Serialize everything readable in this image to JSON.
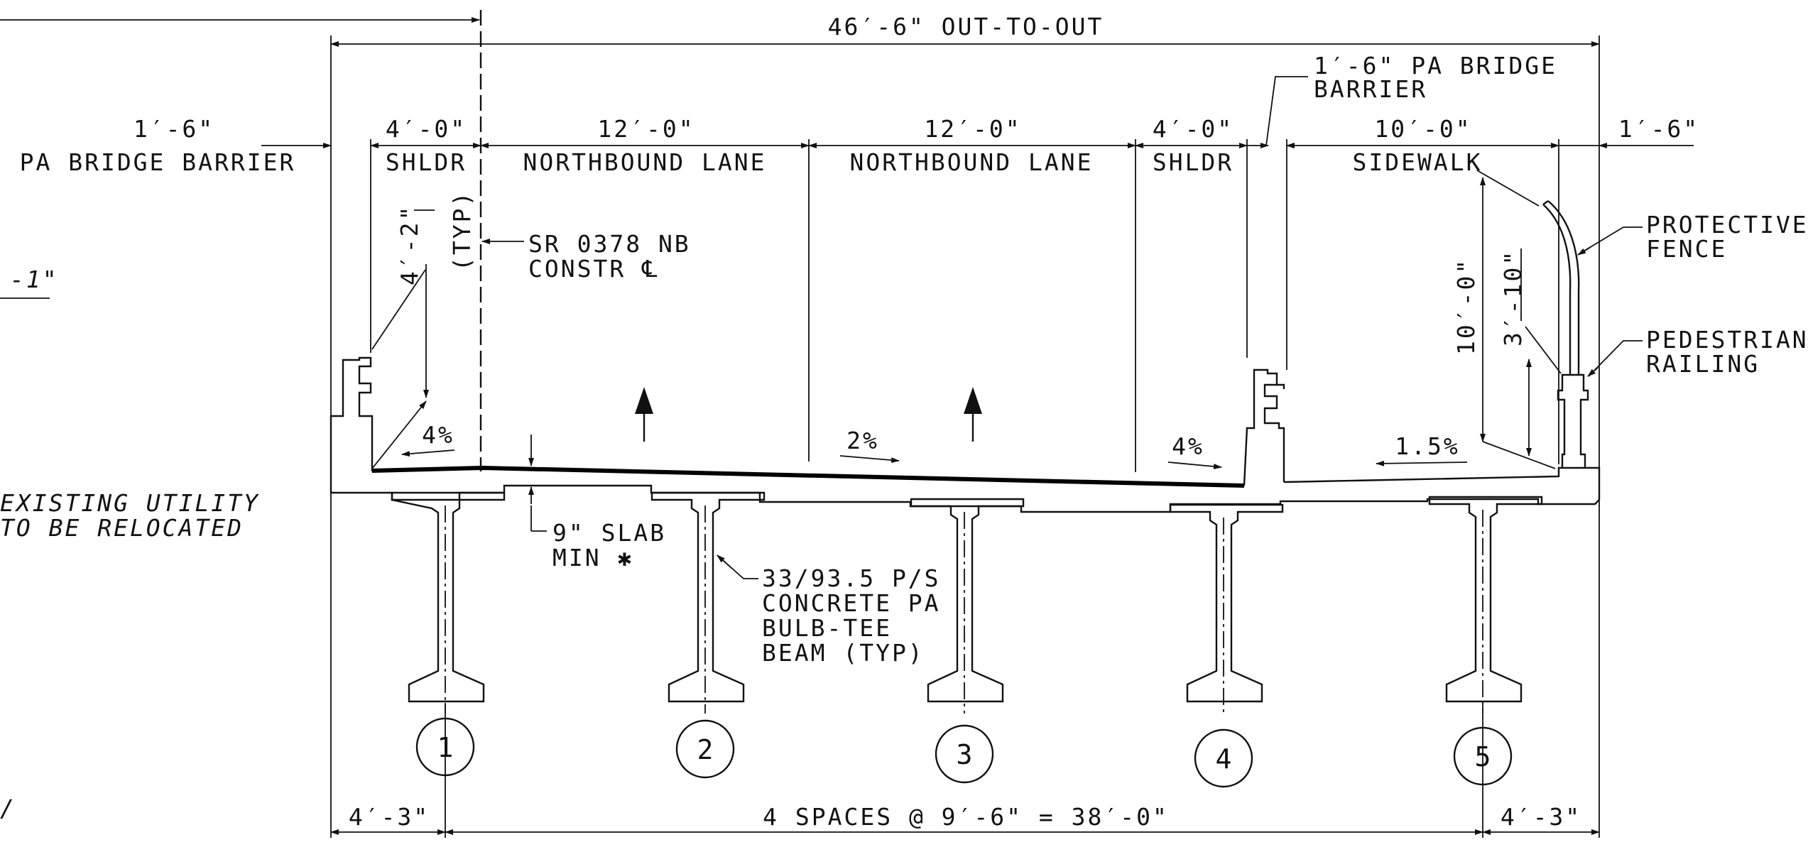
{
  "dimensions": {
    "out_to_out": "46′-6\" OUT-TO-OUT",
    "left_barrier_width": "1′-6\"",
    "left_barrier_name": "PA BRIDGE BARRIER",
    "left_shoulder_width": "4′-0\"",
    "left_shoulder_name": "SHLDR",
    "lane1_width": "12′-0\"",
    "lane1_name": "NORTHBOUND LANE",
    "lane2_width": "12′-0\"",
    "lane2_name": "NORTHBOUND LANE",
    "right_shoulder_width": "4′-0\"",
    "right_shoulder_name": "SHLDR",
    "right_barrier_line1": "1′-6\" PA BRIDGE",
    "right_barrier_line2": "BARRIER",
    "sidewalk_width": "10′-0\"",
    "sidewalk_name": "SIDEWALK",
    "right_edge_width": "1′-6\"",
    "barrier_height_value": "4′-2\"",
    "barrier_height_note": "(TYP)",
    "fence_height": "10′-0\"",
    "railing_height": "3′-10\"",
    "left_overhang": "4′-3\"",
    "beam_spacing": "4 SPACES @ 9′-6\" = 38′-0\"",
    "right_overhang": "4′-3\""
  },
  "slopes": {
    "left_shoulder": "4%",
    "lanes": "2%",
    "right_shoulder": "4%",
    "sidewalk": "1.5%"
  },
  "notes": {
    "centerline_line1": "SR 0378 NB",
    "centerline_line2": "CONSTR ℄",
    "slab_line1": "9\" SLAB",
    "slab_line2": "MIN ✱",
    "beam_line1": "33/93.5 P/S",
    "beam_line2": "CONCRETE PA",
    "beam_line3": "BULB-TEE",
    "beam_line4": "BEAM (TYP)",
    "fence_line1": "PROTECTIVE",
    "fence_line2": "FENCE",
    "railing_line1": "PEDESTRIAN",
    "railing_line2": "RAILING",
    "utility_line1": "EXISTING UTILITY",
    "utility_line2": "TO BE RELOCATED",
    "fragment_left": "-1\"",
    "fragment_bottom": "/"
  },
  "beams": [
    "1",
    "2",
    "3",
    "4",
    "5"
  ],
  "icons": [
    "traffic-direction-arrow-icon",
    "dimension-arrow-icon",
    "beam-number-circle-icon"
  ]
}
